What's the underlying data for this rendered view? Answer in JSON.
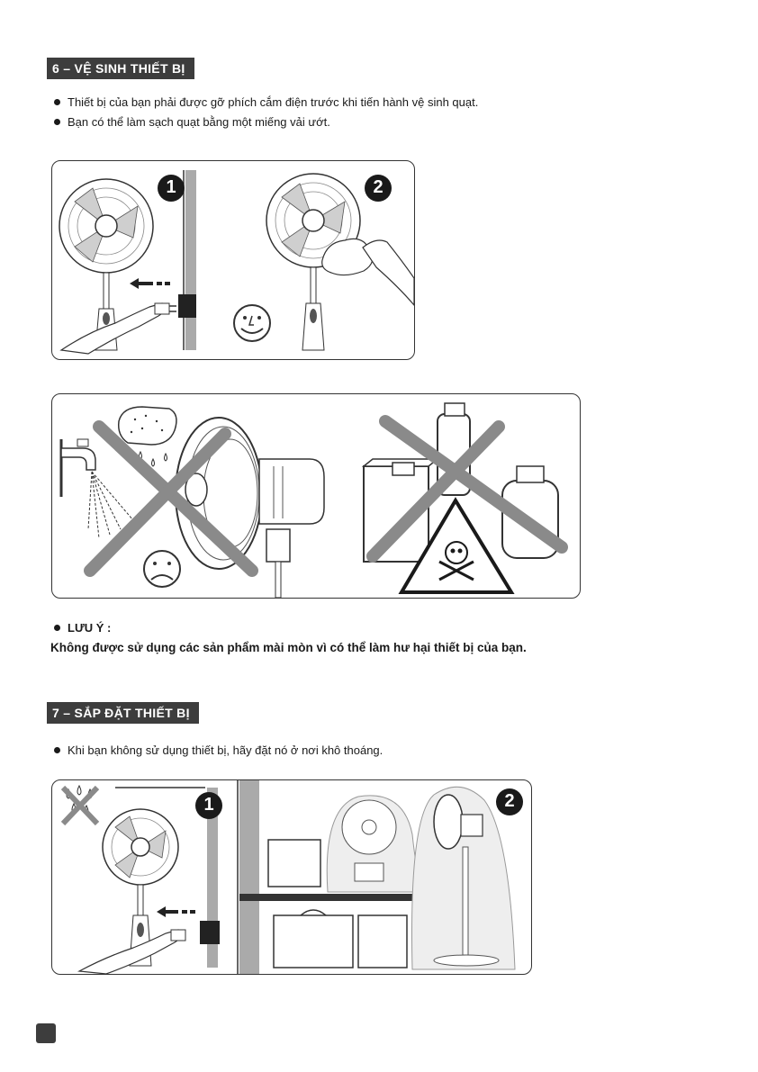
{
  "section6": {
    "title": "6 – VỆ SINH THIẾT BỊ",
    "bullets": [
      "Thiết bị của bạn phải được gỡ phích cắm điện trước khi tiến hành vệ sinh quạt.",
      "Bạn có thể làm sạch quạt bằng một miếng vải ướt."
    ],
    "step_labels": [
      "1",
      "2"
    ]
  },
  "note": {
    "title": "LƯU Ý :",
    "body": "Không được sử dụng các sản phẩm mài mòn vì có thể làm hư hại thiết bị của bạn."
  },
  "section7": {
    "title": "7 – SẮP ĐẶT THIẾT BỊ",
    "bullets": [
      "Khi bạn không sử dụng thiết bị, hãy đặt nó ở nơi khô thoáng."
    ],
    "step_labels": [
      "1",
      "2"
    ]
  },
  "icons": {
    "smiley": "happy-face-icon",
    "frown": "sad-face-icon",
    "hazard": "skull-warning-icon"
  },
  "colors": {
    "heading_bg": "#3d3d3d",
    "cross": "#8a8a8a"
  }
}
